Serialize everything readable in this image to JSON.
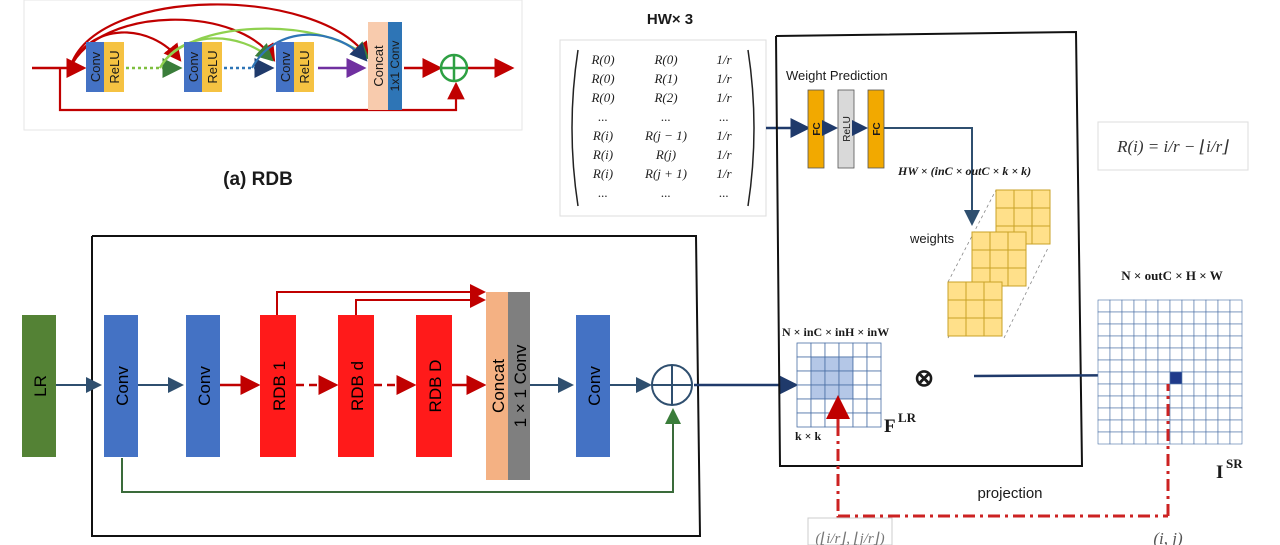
{
  "rdb_inset": {
    "caption": "(a) RDB",
    "blocks": [
      {
        "top": "Conv",
        "bottom": "ReLU"
      },
      {
        "top": "Conv",
        "bottom": "ReLU"
      },
      {
        "top": "Conv",
        "bottom": "ReLU"
      }
    ],
    "concat_label": "Concat",
    "conv1x1_label": "1x1 Conv"
  },
  "main": {
    "lr_label": "LR",
    "conv1_label": "Conv",
    "conv2_label": "Conv",
    "rdb_labels": [
      "RDB 1",
      "RDB d",
      "RDB D"
    ],
    "concat_label": "Concat",
    "conv1x1_label": "1 × 1  Conv",
    "conv3_label": "Conv"
  },
  "matrix": {
    "title": "HW× 3",
    "rows": [
      [
        "R(0)",
        "R(0)",
        "1/r"
      ],
      [
        "R(0)",
        "R(1)",
        "1/r"
      ],
      [
        "R(0)",
        "R(2)",
        "1/r"
      ],
      [
        "...",
        "...",
        "..."
      ],
      [
        "R(i)",
        "R(j − 1)",
        "1/r"
      ],
      [
        "R(i)",
        "R(j)",
        "1/r"
      ],
      [
        "R(i)",
        "R(j + 1)",
        "1/r"
      ],
      [
        "...",
        "...",
        "..."
      ]
    ]
  },
  "weight_prediction": {
    "title": "Weight Prediction",
    "layers": [
      "FC",
      "ReLU",
      "FC"
    ],
    "shape_label": "HW × (inC × outC × k × k)",
    "weights_label": "weights"
  },
  "formula": "R(i) = i/r − ⌊i/r⌋",
  "feature": {
    "shape_label": "N × inC × inH × inW",
    "kernel_label": "k × k",
    "name_main": "F",
    "name_sup": "LR",
    "operator": "⊗"
  },
  "output": {
    "shape_label": "N × outC × H × W",
    "name_main": "I",
    "name_sup": "SR",
    "projection_label": "projection",
    "coord_label": "(i, j)",
    "source_label": "(⌊i/r⌋, ⌊j/r⌋)"
  },
  "colors": {
    "conv_blue": "#4472c4",
    "relu_yellow": "#f5c242",
    "rdb_red": "#ff1a1a",
    "lr_green": "#548235",
    "concat_peach": "#f4b183",
    "concat_gray": "#7f7f7f",
    "arrow_dark": "#2f4f6f",
    "arrow_red": "#c00000",
    "fc_orange": "#f2a900",
    "relu_gray": "#d9d9d9",
    "weight_yellow": "#ffe08a",
    "grid_blue": "#4a6fa5"
  }
}
